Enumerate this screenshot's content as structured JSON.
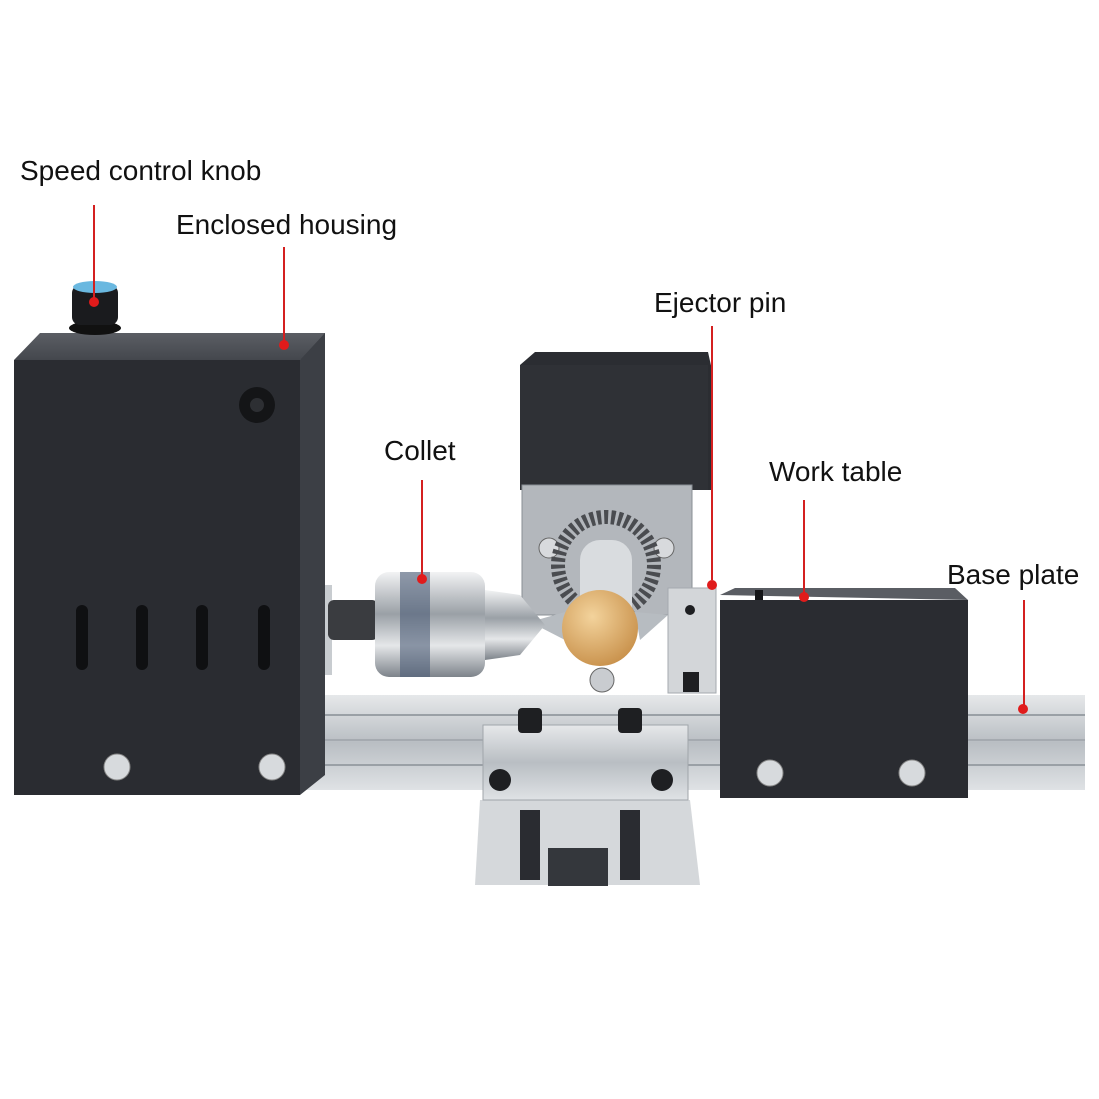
{
  "diagram": {
    "subject": "Mini lathe",
    "colors": {
      "leader_line": "#d42020",
      "leader_dot": "#e01b1b",
      "housing": "#2a2c31",
      "aluminum": "#c8ccd0",
      "workpiece": "#e2b77a"
    },
    "labels": [
      {
        "id": "speed_control_knob",
        "text": "Speed control knob"
      },
      {
        "id": "enclosed_housing",
        "text": "Enclosed housing"
      },
      {
        "id": "collet",
        "text": "Collet"
      },
      {
        "id": "ejector_pin",
        "text": "Ejector pin"
      },
      {
        "id": "work_table",
        "text": "Work table"
      },
      {
        "id": "base_plate",
        "text": "Base plate"
      }
    ]
  }
}
